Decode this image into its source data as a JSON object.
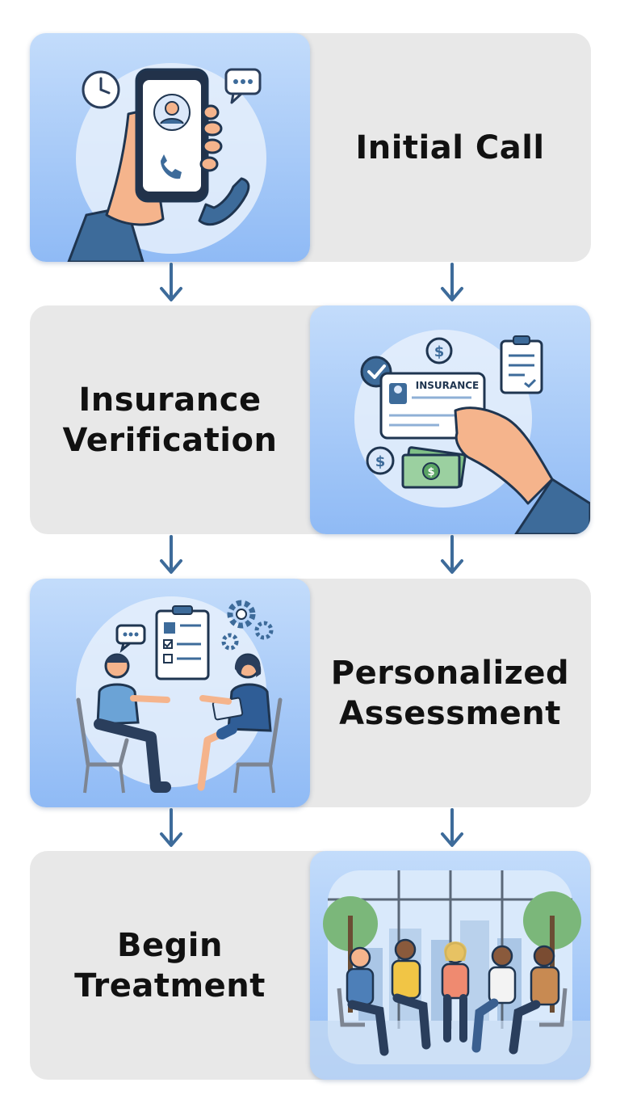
{
  "steps": [
    {
      "id": "initial-call",
      "title_lines": [
        "Initial Call"
      ]
    },
    {
      "id": "insurance-verification",
      "title_lines": [
        "Insurance",
        "Verification"
      ],
      "card_text": "INSURANCE"
    },
    {
      "id": "personalized-assessment",
      "title_lines": [
        "Personalized",
        "Assessment"
      ]
    },
    {
      "id": "begin-treatment",
      "title_lines": [
        "Begin",
        "Treatment"
      ]
    }
  ],
  "colors": {
    "panel": "#e8e8e8",
    "illustration_top": "#c3dcfb",
    "illustration_bottom": "#8fbaf5",
    "arrow": "#3d6b9a",
    "text": "#111111"
  },
  "icons": [
    "clock-icon",
    "chat-bubble-icon",
    "phone-icon",
    "dollar-icon",
    "check-icon",
    "clipboard-icon",
    "gear-icon",
    "money-icon"
  ]
}
